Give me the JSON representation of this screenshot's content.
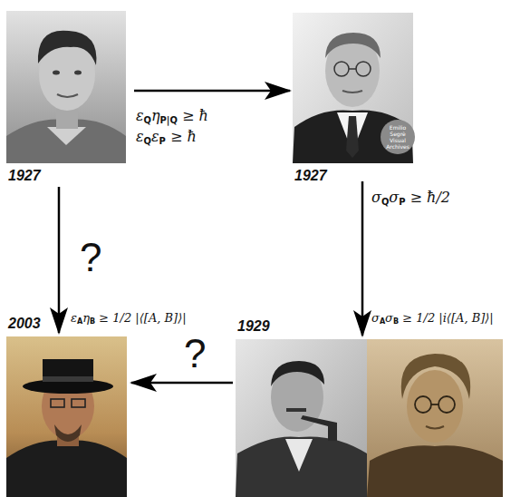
{
  "diagram": {
    "nodes": [
      {
        "text": [
          "1927"
        ]
      },
      {
        "text": [
          "1927"
        ]
      },
      {
        "text": [
          "2003"
        ]
      },
      {
        "text": [
          "1929"
        ]
      }
    ],
    "edges": [
      {
        "from": 0,
        "to": 1,
        "arrow": "to",
        "label": "εQηP|Q ≥ ħ εQεP ≥ ħ"
      },
      {
        "from": 1,
        "to": 3,
        "arrow": "to",
        "label": "σQσP ≥ ħ/2"
      },
      {
        "from": 0,
        "to": 2,
        "arrow": "to",
        "label": "?"
      },
      {
        "from": 3,
        "to": 2,
        "arrow": "to",
        "label": "?"
      }
    ],
    "labels": [
      "εAηB ≥ 1/2 |⟨[A, B]⟩|",
      "σAσB ≥ 1/2 |i⟨[A, B]⟩|",
      "Emilio Segrè Visual Archives"
    ]
  }
}
